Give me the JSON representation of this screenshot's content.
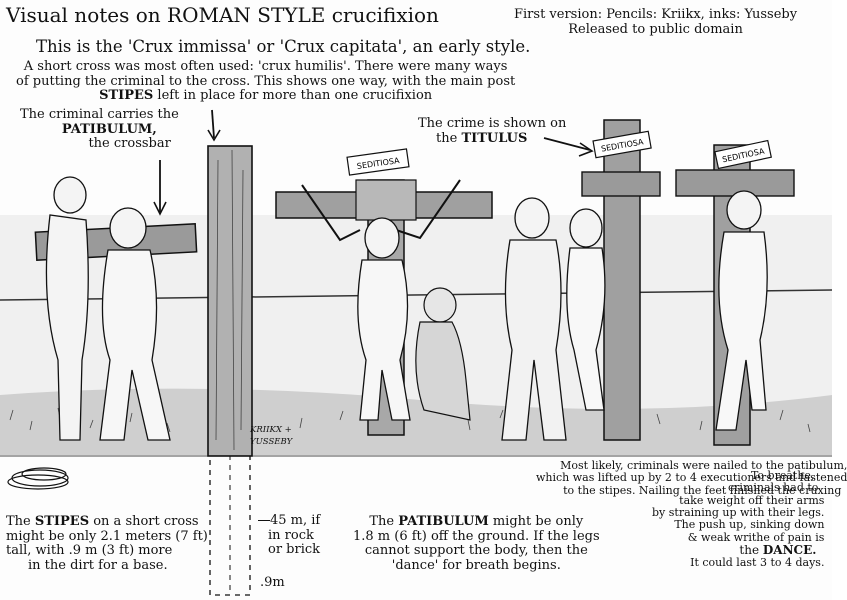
{
  "title": {
    "prefix": "Visual notes on ",
    "emph": "ROMAN  STYLE",
    "suffix": " crucifixion"
  },
  "credits": [
    "First version: Pencils: Kriikx, inks: Yusseby",
    "Released to public domain"
  ],
  "subtitle": "This is the 'Crux immissa' or 'Crux capitata', an early style.",
  "intro": [
    "A  short cross was most often used: 'crux humilis'. There were many ways",
    "of putting the criminal to the cross. This shows one way, with the main post"
  ],
  "intro_stipes": {
    "bold": "STIPES",
    "rest": " left in place for more than one crucifixion"
  },
  "patibulum_note": {
    "line1": "The criminal carries the",
    "bold": "PATIBULUM,",
    "line3": "the crossbar"
  },
  "titulus_note": {
    "line1": "The crime is shown on",
    "prefix": "the ",
    "bold": "TITULUS"
  },
  "titulus_text": "SEDITIOSA",
  "nailing_note": [
    "Most likely, criminals were nailed to the patibulum,",
    "which was lifted up by 2 to 4 executioners and fastened",
    "to the stipes. Nailing the  feet finished the cruxing"
  ],
  "breathe_note": {
    "lines": [
      "To breathe,",
      "criminals had to",
      "take weight off their arms",
      "by straining up with their legs.",
      "The  push up, sinking down",
      "& weak writhe of pain is"
    ],
    "prefix": "the ",
    "bold": "DANCE.",
    "last": "It could last 3 to 4 days."
  },
  "stipes_note": {
    "prefix": "The ",
    "bold": "STIPES",
    "line1_rest": "  on a short cross",
    "lines": [
      "might be only 2.1 meters (7 ft)",
      "tall, with .9 m (3 ft) more",
      "in the dirt for a base."
    ]
  },
  "depth_note": {
    "lines": [
      "45 m, if",
      "in rock",
      "or brick"
    ],
    "bottom": ".9m"
  },
  "patibulum_height_note": {
    "prefix": "The ",
    "bold": "PATIBULUM",
    "line1_rest": " might be only",
    "lines": [
      "1.8 m (6 ft) off the ground. If the legs",
      "cannot support the body, then the",
      "'dance' for breath begins."
    ]
  },
  "signature": [
    "KRIIKX +",
    "YUSSEBY"
  ],
  "colors": {
    "ink": "#111111",
    "paper": "#fdfdfd",
    "sky": "#eeeeee",
    "ground": "#b9b9b9"
  }
}
